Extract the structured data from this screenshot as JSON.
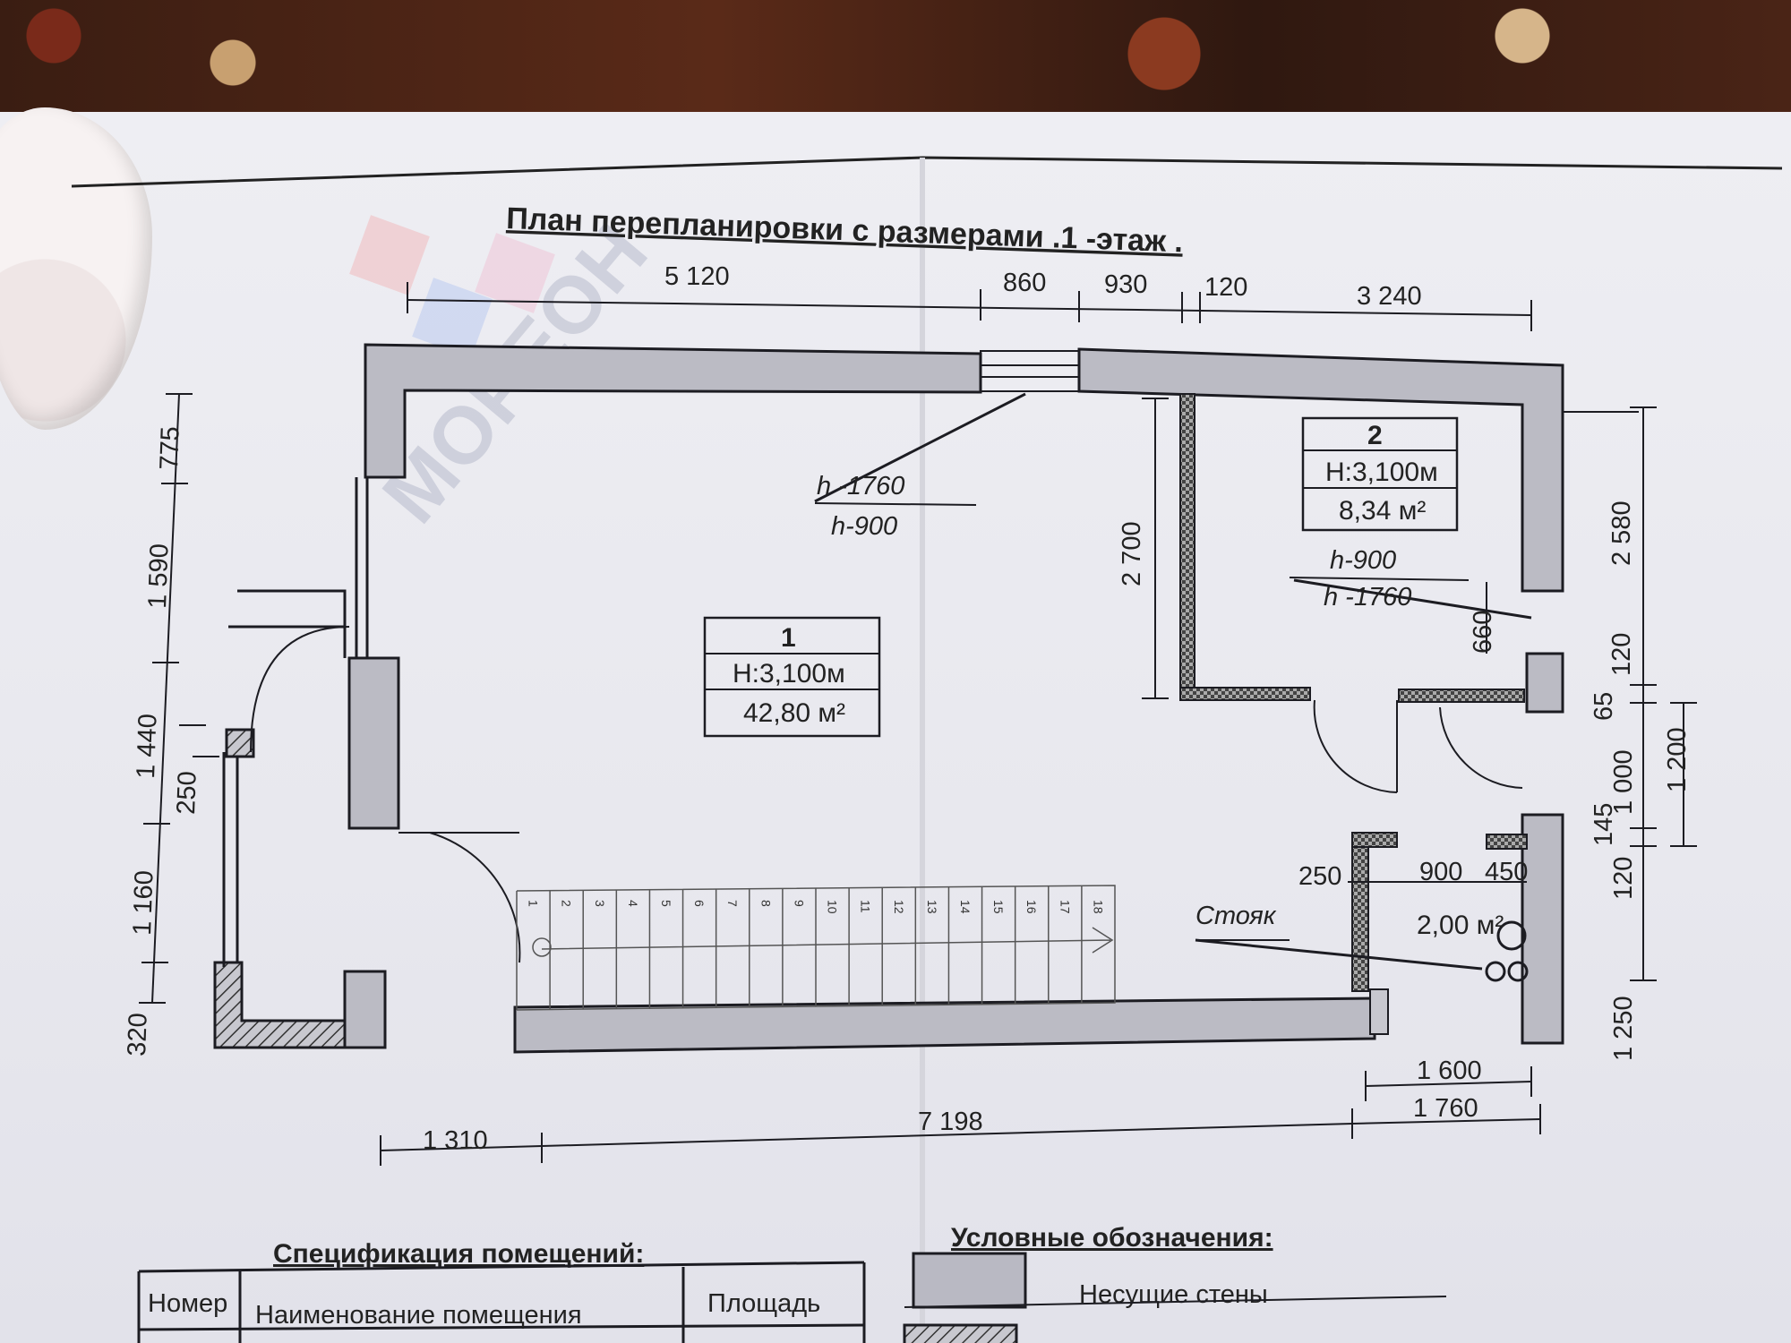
{
  "title": "План перепланировки с размерами .1 -этаж .",
  "watermark": "МОРЕОН",
  "dimensions": {
    "top": [
      "5 120",
      "860",
      "930",
      "120",
      "3 240"
    ],
    "left": [
      "775",
      "1 590",
      "1 440",
      "250",
      "1 160",
      "320"
    ],
    "right": [
      "2 580",
      "120",
      "65",
      "1 000",
      "1 200",
      "145",
      "120",
      "1 250"
    ],
    "inner": [
      "2 700",
      "660",
      "250",
      "900",
      "450"
    ],
    "bottom": [
      "1 310",
      "7 198",
      "1 600",
      "1 760"
    ]
  },
  "rooms": [
    {
      "number": "1",
      "height": "Н:3,100м",
      "area": "42,80 м²"
    },
    {
      "number": "2",
      "height": "Н:3,100м",
      "area": "8,34 м²"
    },
    {
      "number": "",
      "height": "",
      "area": "2,00 м²"
    }
  ],
  "window_notes": [
    {
      "top": "h -1760",
      "bottom": "h-900"
    },
    {
      "top": "h-900",
      "bottom": "h -1760"
    }
  ],
  "riser_label": "Стояк",
  "stair_steps": [
    "1",
    "2",
    "3",
    "4",
    "5",
    "6",
    "7",
    "8",
    "9",
    "10",
    "11",
    "12",
    "13",
    "14",
    "15",
    "16",
    "17",
    "18"
  ],
  "spec": {
    "title": "Спецификация помещений:",
    "headers": [
      "Номер",
      "Наименование помещения",
      "Площадь"
    ]
  },
  "legend": {
    "title": "Условные обозначения:",
    "items": [
      "Несущие стены"
    ]
  },
  "colors": {
    "wall": "#b9b9c3",
    "paper": "#ececf1",
    "line": "#1c1c22"
  }
}
